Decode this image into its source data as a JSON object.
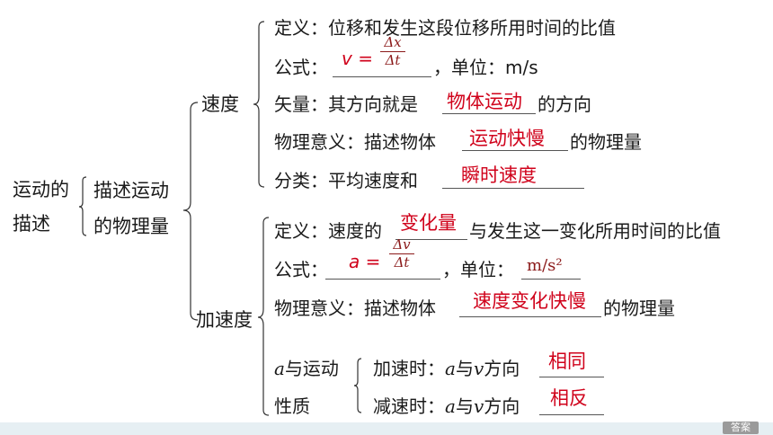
{
  "root": {
    "line1": "运动的",
    "line2": "描述"
  },
  "sub": {
    "line1": "描述运动",
    "line2": "的物理量"
  },
  "velocity": {
    "title": "速度",
    "definition": "定义：位移和发生这段位移所用时间的比值",
    "formula_label": "公式：",
    "formula_lhs": "v =",
    "formula_num": "Δx",
    "formula_den": "Δt",
    "unit_label": "，单位：m/s",
    "vector_prefix": "矢量：其方向就是",
    "vector_answer": "物体运动",
    "vector_suffix": "的方向",
    "meaning_prefix": "物理意义：描述物体",
    "meaning_answer": "运动快慢",
    "meaning_suffix": "的物理量",
    "class_prefix": "分类：平均速度和",
    "class_answer": "瞬时速度"
  },
  "acceleration": {
    "title": "加速度",
    "def_prefix": "定义：速度的",
    "def_answer": "变化量",
    "def_suffix": "与发生这一变化所用时间的比值",
    "formula_label": "公式：",
    "formula_lhs": "a =",
    "formula_num": "Δv",
    "formula_den": "Δt",
    "unit_label": "，单位：",
    "unit_value": "m/s²",
    "meaning_prefix": "物理意义：描述物体",
    "meaning_answer": "速度变化快慢",
    "meaning_suffix": "的物理量",
    "nature_var": "a",
    "nature_line1": "与运动",
    "nature_line2": "性质",
    "speedup_prefix": "加速时：",
    "speedup_mid": "与",
    "speedup_var2": "v",
    "speedup_end": "方向",
    "speedup_answer": "相同",
    "slowdown_prefix": "减速时：",
    "slowdown_answer": "相反"
  },
  "footer": {
    "answer_button": "答案"
  }
}
